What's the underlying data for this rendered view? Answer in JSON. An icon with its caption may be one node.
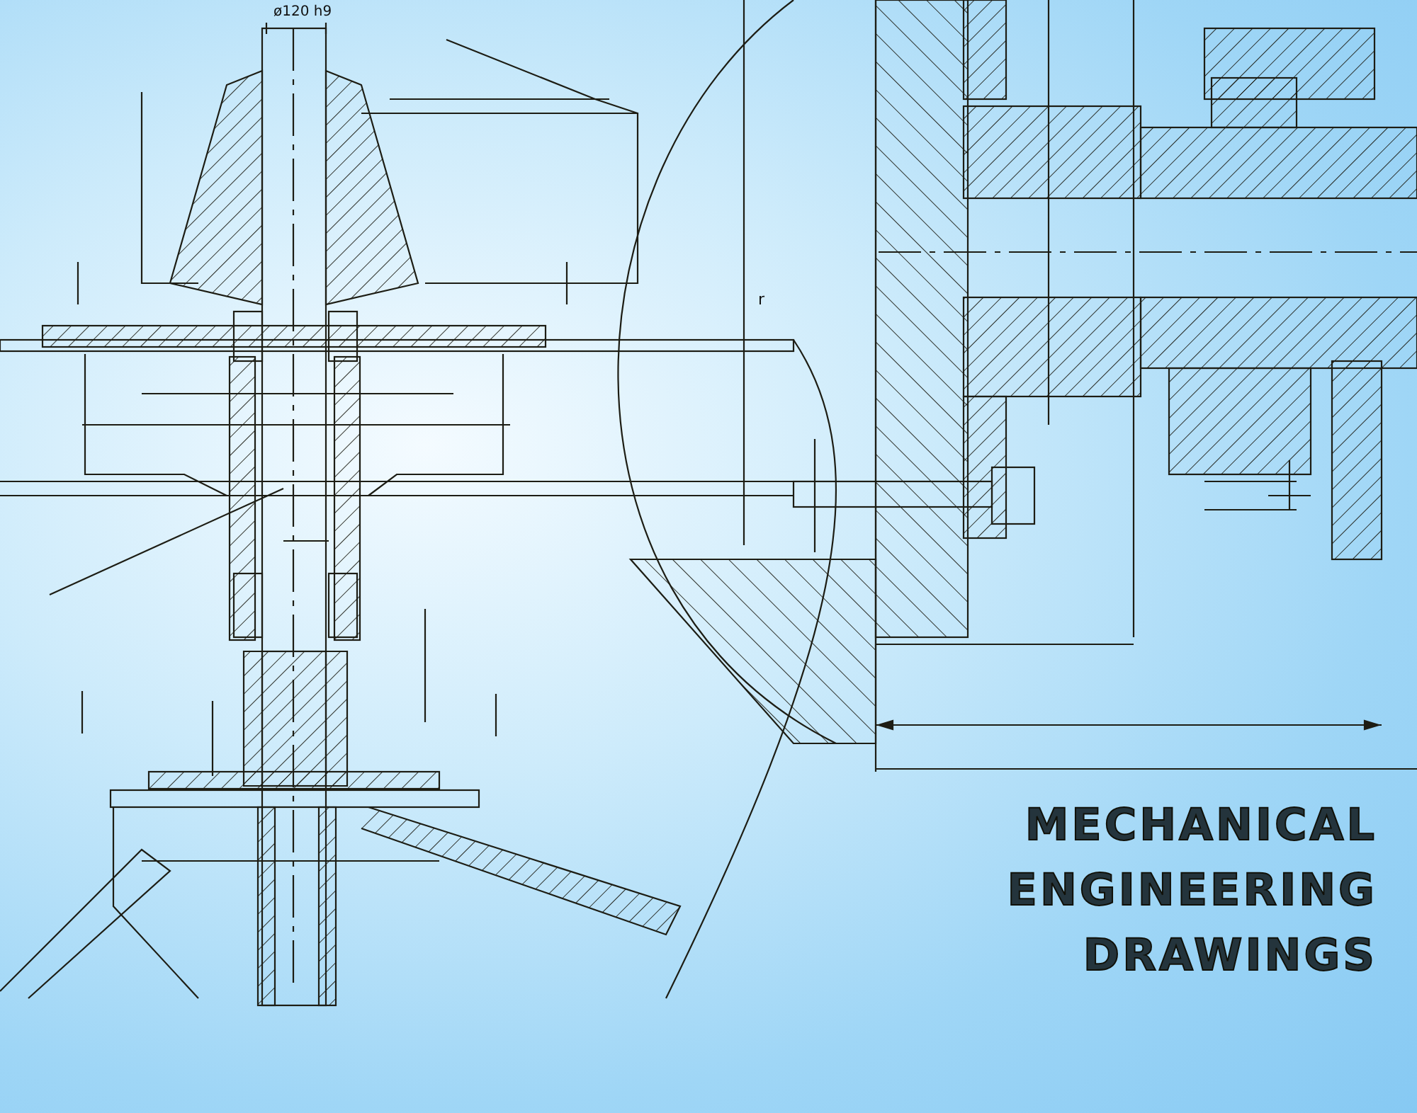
{
  "diagram": {
    "title": "MECHANICAL ENGINEERING DRAWINGS",
    "labels": [
      "ø120 h9",
      "r"
    ]
  }
}
